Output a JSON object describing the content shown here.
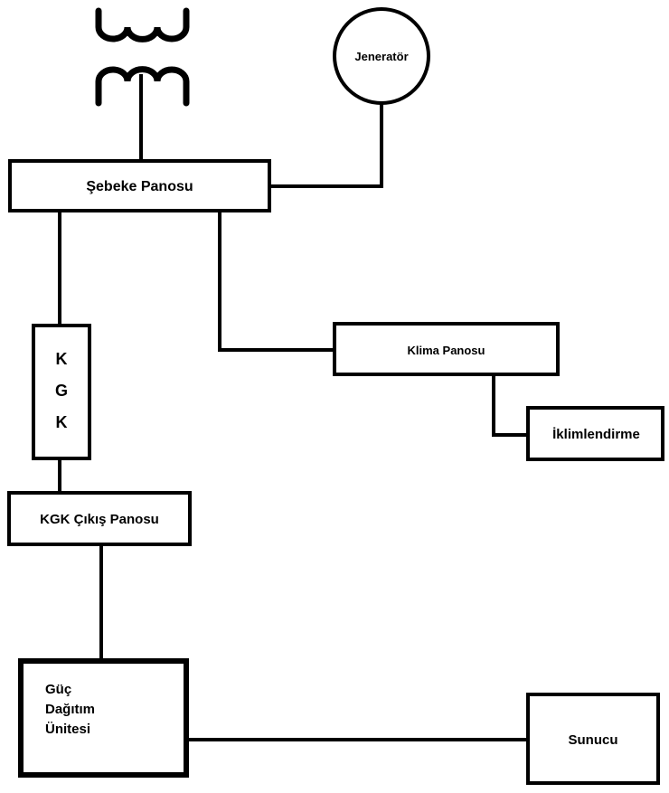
{
  "nodes": {
    "generator": "Jeneratör",
    "grid_panel": "Şebeke Panosu",
    "ups": [
      "K",
      "G",
      "K"
    ],
    "ups_output_panel": "KGK Çıkış Panosu",
    "ac_panel": "Klima Panosu",
    "hvac": "İklimlendirme",
    "pdu": [
      "Güç",
      "Dağıtım",
      "Ünitesi"
    ],
    "server": "Sunucu"
  },
  "colors": {
    "stroke": "#000000",
    "background": "#ffffff"
  },
  "icons": {
    "transformer": "transformer-icon"
  }
}
